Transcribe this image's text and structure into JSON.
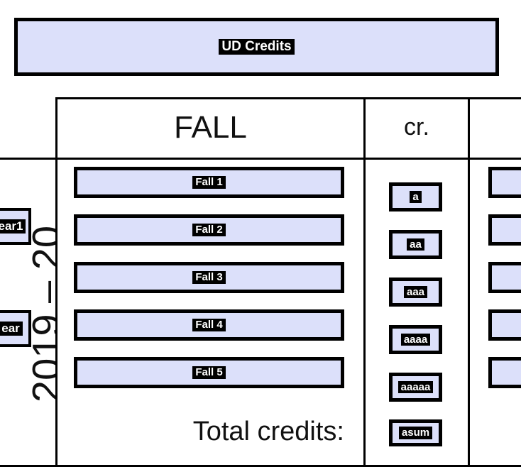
{
  "banner": {
    "label": "UD Credits"
  },
  "year_spine": {
    "range_text": "2019 – 20",
    "tags": [
      {
        "label": "ear1"
      },
      {
        "label": "ear "
      }
    ]
  },
  "table": {
    "headers": {
      "term": "FALL",
      "credits": "cr.",
      "next": ""
    },
    "rows": [
      {
        "course": "Fall 1",
        "credits": "a"
      },
      {
        "course": "Fall 2",
        "credits": "aa"
      },
      {
        "course": "Fall 3",
        "credits": "aaa"
      },
      {
        "course": "Fall 4",
        "credits": "aaaa"
      },
      {
        "course": "Fall 5",
        "credits": "aaaaa"
      }
    ],
    "total": {
      "label": "Total credits:",
      "value": "asum"
    },
    "extra_column": {
      "boxes": [
        "",
        "",
        "",
        "",
        ""
      ]
    }
  },
  "colors": {
    "box_fill": "#dce0fa",
    "border": "#000000",
    "highlight_bg": "#000000",
    "highlight_fg": "#ffffff",
    "page_bg": "#ffffff"
  }
}
